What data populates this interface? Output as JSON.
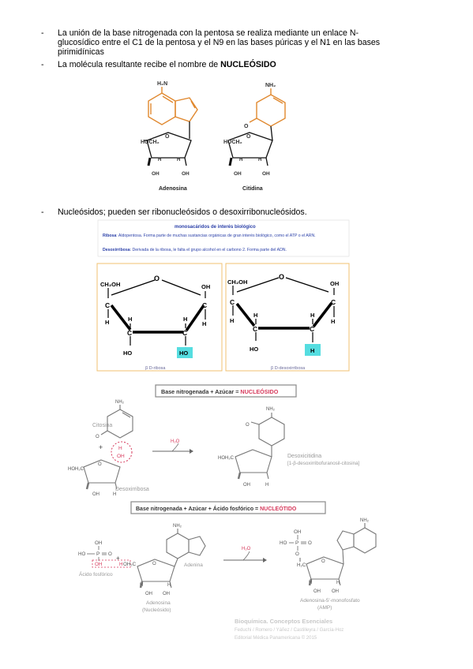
{
  "bullets": [
    {
      "text": "La unión de la base nitrogenada con la pentosa se realiza mediante un enlace N-glucosídico entre el C1 de la pentosa y el N9 en las bases púricas y el N1 en las bases pirimidínicas"
    },
    {
      "text_pre": "La molécula resultante recibe el nombre de ",
      "text_bold": "NUCLEÓSIDO"
    },
    {
      "text": "Nucleósidos; pueden ser ribonucleósidos o desoxirribonucleósidos."
    }
  ],
  "fig1": {
    "adenosina": {
      "amine": "H₂N",
      "hoch2": "HOCH₂",
      "h": "H",
      "oh": "OH",
      "label": "Adenosina"
    },
    "citidina": {
      "amine": "NH₂",
      "o": "O",
      "hoch2": "HOCH₂",
      "h": "H",
      "oh": "OH",
      "label": "Citidina"
    }
  },
  "fig2": {
    "title": "monosacáridos de interés biológico",
    "ribosa_head": "Ribosa",
    "ribosa_text": ": Aldopentosa. Forma parte de muchas sustancias orgánicas de gran interés biológico, como el ATP o el ARN.",
    "desox_head": "Desoxirribosa",
    "desox_text": ": Derivada de la ribosa, le falta el grupo alcohol en el carbono 2. Forma parte del ADN.",
    "left": {
      "ch2oh": "CH₂OH",
      "o": "O",
      "oh": "OH",
      "c": "C",
      "h": "H",
      "ho": "HO",
      "caption": "β D-ribosa"
    },
    "right": {
      "ch2oh": "CH₂OH",
      "o": "O",
      "oh": "OH",
      "c": "C",
      "h": "H",
      "ho": "HO",
      "caption": "β D-desoxirribosa"
    }
  },
  "fig3": {
    "header1_pre": "Base nitrogenada + Azúcar = ",
    "header1_hl": "NUCLEÓSIDO",
    "citosina": "Citosina",
    "nh2": "NH₂",
    "o": "O",
    "plus": "+",
    "h": "H",
    "oh": "OH",
    "h2o": "H₂O",
    "hoh2c": "HOH₂C",
    "desoxirribosa": "Desoxirribosa",
    "desoxicitidina": "Desoxicitidina",
    "desoxicitidina_full": "[1-β-desoxirribofuranosil-citosina]",
    "header2_pre": "Base nitrogenada + Azúcar + Ácido fosfórico = ",
    "header2_hl": "NUCLEÓTIDO",
    "ho": "HO",
    "p": "P",
    "adenina": "Adenina",
    "acido_fosforico": "Ácido fosfórico",
    "adenosina": "Adenosina",
    "nucleosido": "(Nucleósido)",
    "amp": "Adenosina-5'-monofosfato",
    "amp_short": "(AMP)",
    "h2c": "H₂C",
    "book_title": "Bioquímica. Conceptos Esenciales",
    "authors": "Feduchi / Romero / Yáñez / Castilleyra / García-Hoz",
    "publisher": "Editorial Médica Panamericana © 2015"
  }
}
